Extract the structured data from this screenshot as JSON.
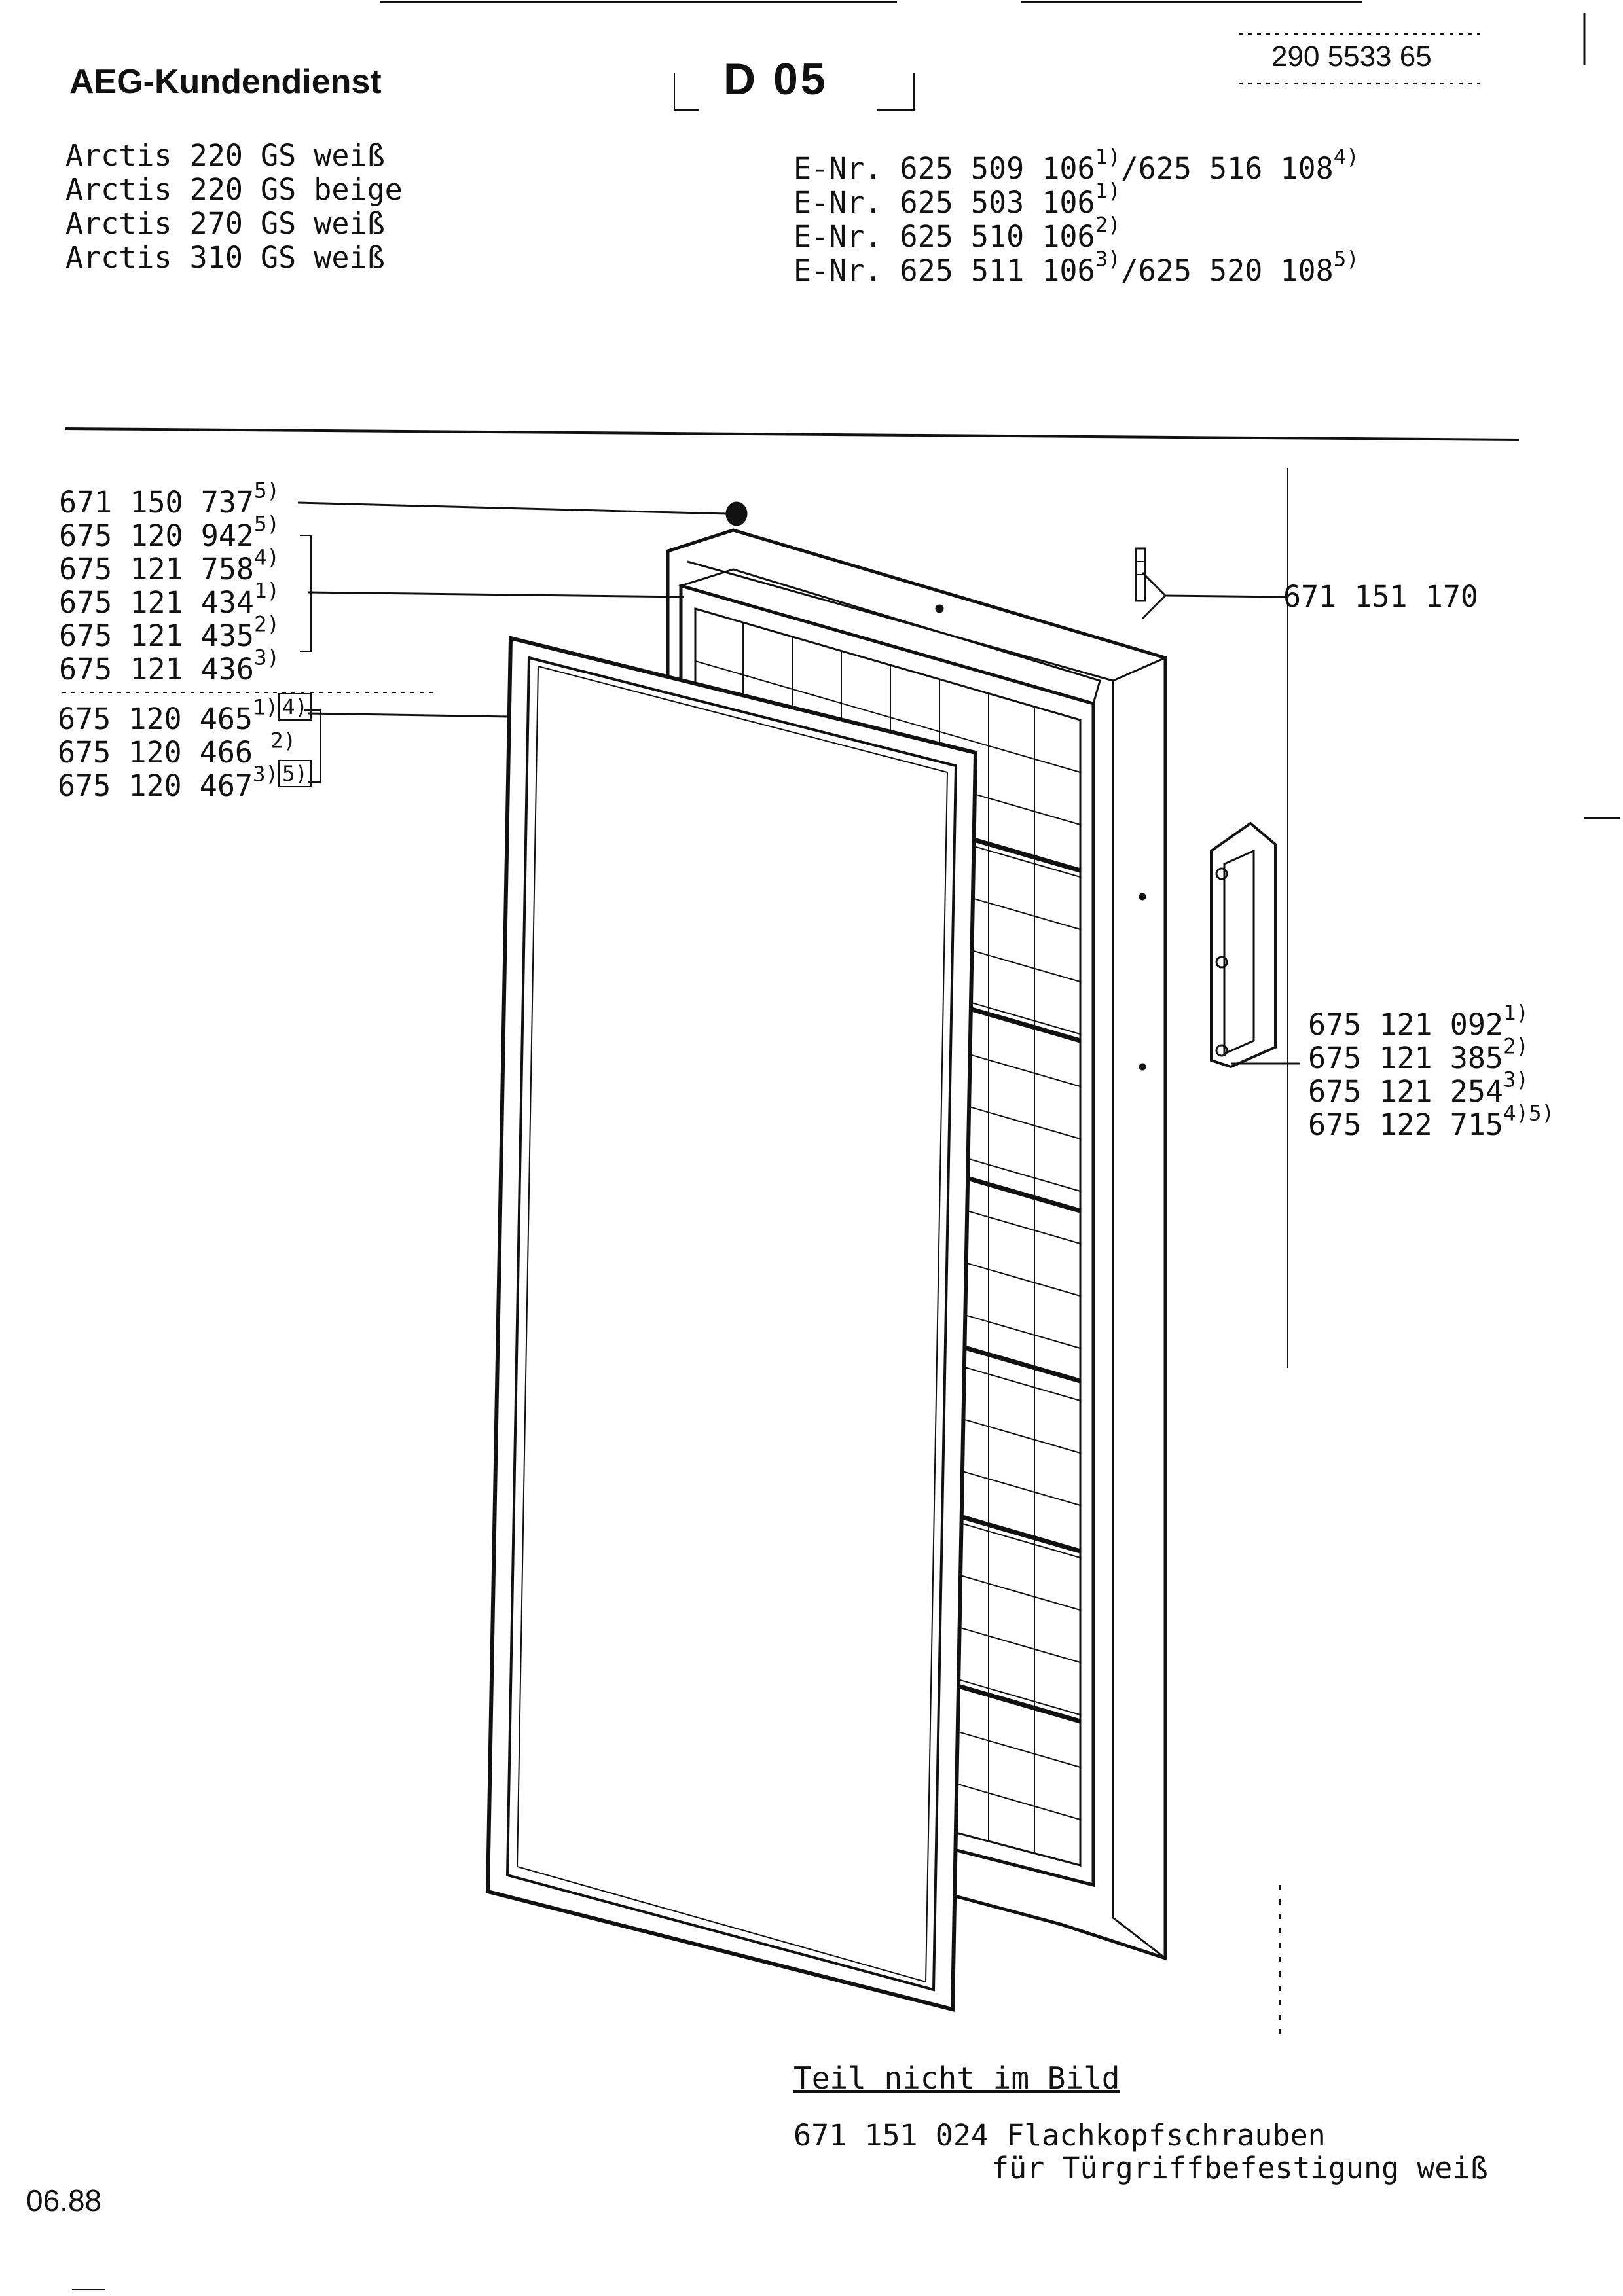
{
  "header": {
    "title": "AEG-Kundendienst",
    "code": "D 05",
    "doc_number": "290 5533 65"
  },
  "models": [
    "Arctis 220 GS weiß",
    "Arctis 220 GS beige",
    "Arctis 270 GS weiß",
    "Arctis 310 GS weiß"
  ],
  "enr": [
    {
      "main": "E-Nr. 625 509 106",
      "sup": "1)",
      "rest": "/625 516 108",
      "sup2": "4)"
    },
    {
      "main": "E-Nr. 625 503 106",
      "sup": "1)",
      "rest": "",
      "sup2": ""
    },
    {
      "main": "E-Nr. 625 510 106",
      "sup": "2)",
      "rest": "",
      "sup2": ""
    },
    {
      "main": "E-Nr. 625 511 106",
      "sup": "3)",
      "rest": "/625 520 108",
      "sup2": "5)"
    }
  ],
  "parts_liner": [
    {
      "num": "671 150 737",
      "note": "5)"
    },
    {
      "num": "675 120 942",
      "note": "5)"
    },
    {
      "num": "675 121 758",
      "note": "4)"
    },
    {
      "num": "675 121 434",
      "note": "1)"
    },
    {
      "num": "675 121 435",
      "note": "2)"
    },
    {
      "num": "675 121 436",
      "note": "3)"
    }
  ],
  "parts_gasket": [
    {
      "num": "675 120 465",
      "note": "1)",
      "note2": "4)"
    },
    {
      "num": "675 120 466",
      "note": "2)",
      "note2": ""
    },
    {
      "num": "675 120 467",
      "note": "3)",
      "note2": "5)"
    }
  ],
  "part_hinge": {
    "num": "671 151 170"
  },
  "parts_handle": [
    {
      "num": "675 121 092",
      "note": "1)"
    },
    {
      "num": "675 121 385",
      "note": "2)"
    },
    {
      "num": "675 121 254",
      "note": "3)"
    },
    {
      "num": "675 122 715",
      "note": "4)5)"
    }
  ],
  "not_shown": {
    "heading": "Teil nicht im Bild",
    "line1": "671 151 024 Flachkopfschrauben",
    "line2": "für Türgriffbefestigung weiß"
  },
  "footer": {
    "date": "06.88"
  }
}
